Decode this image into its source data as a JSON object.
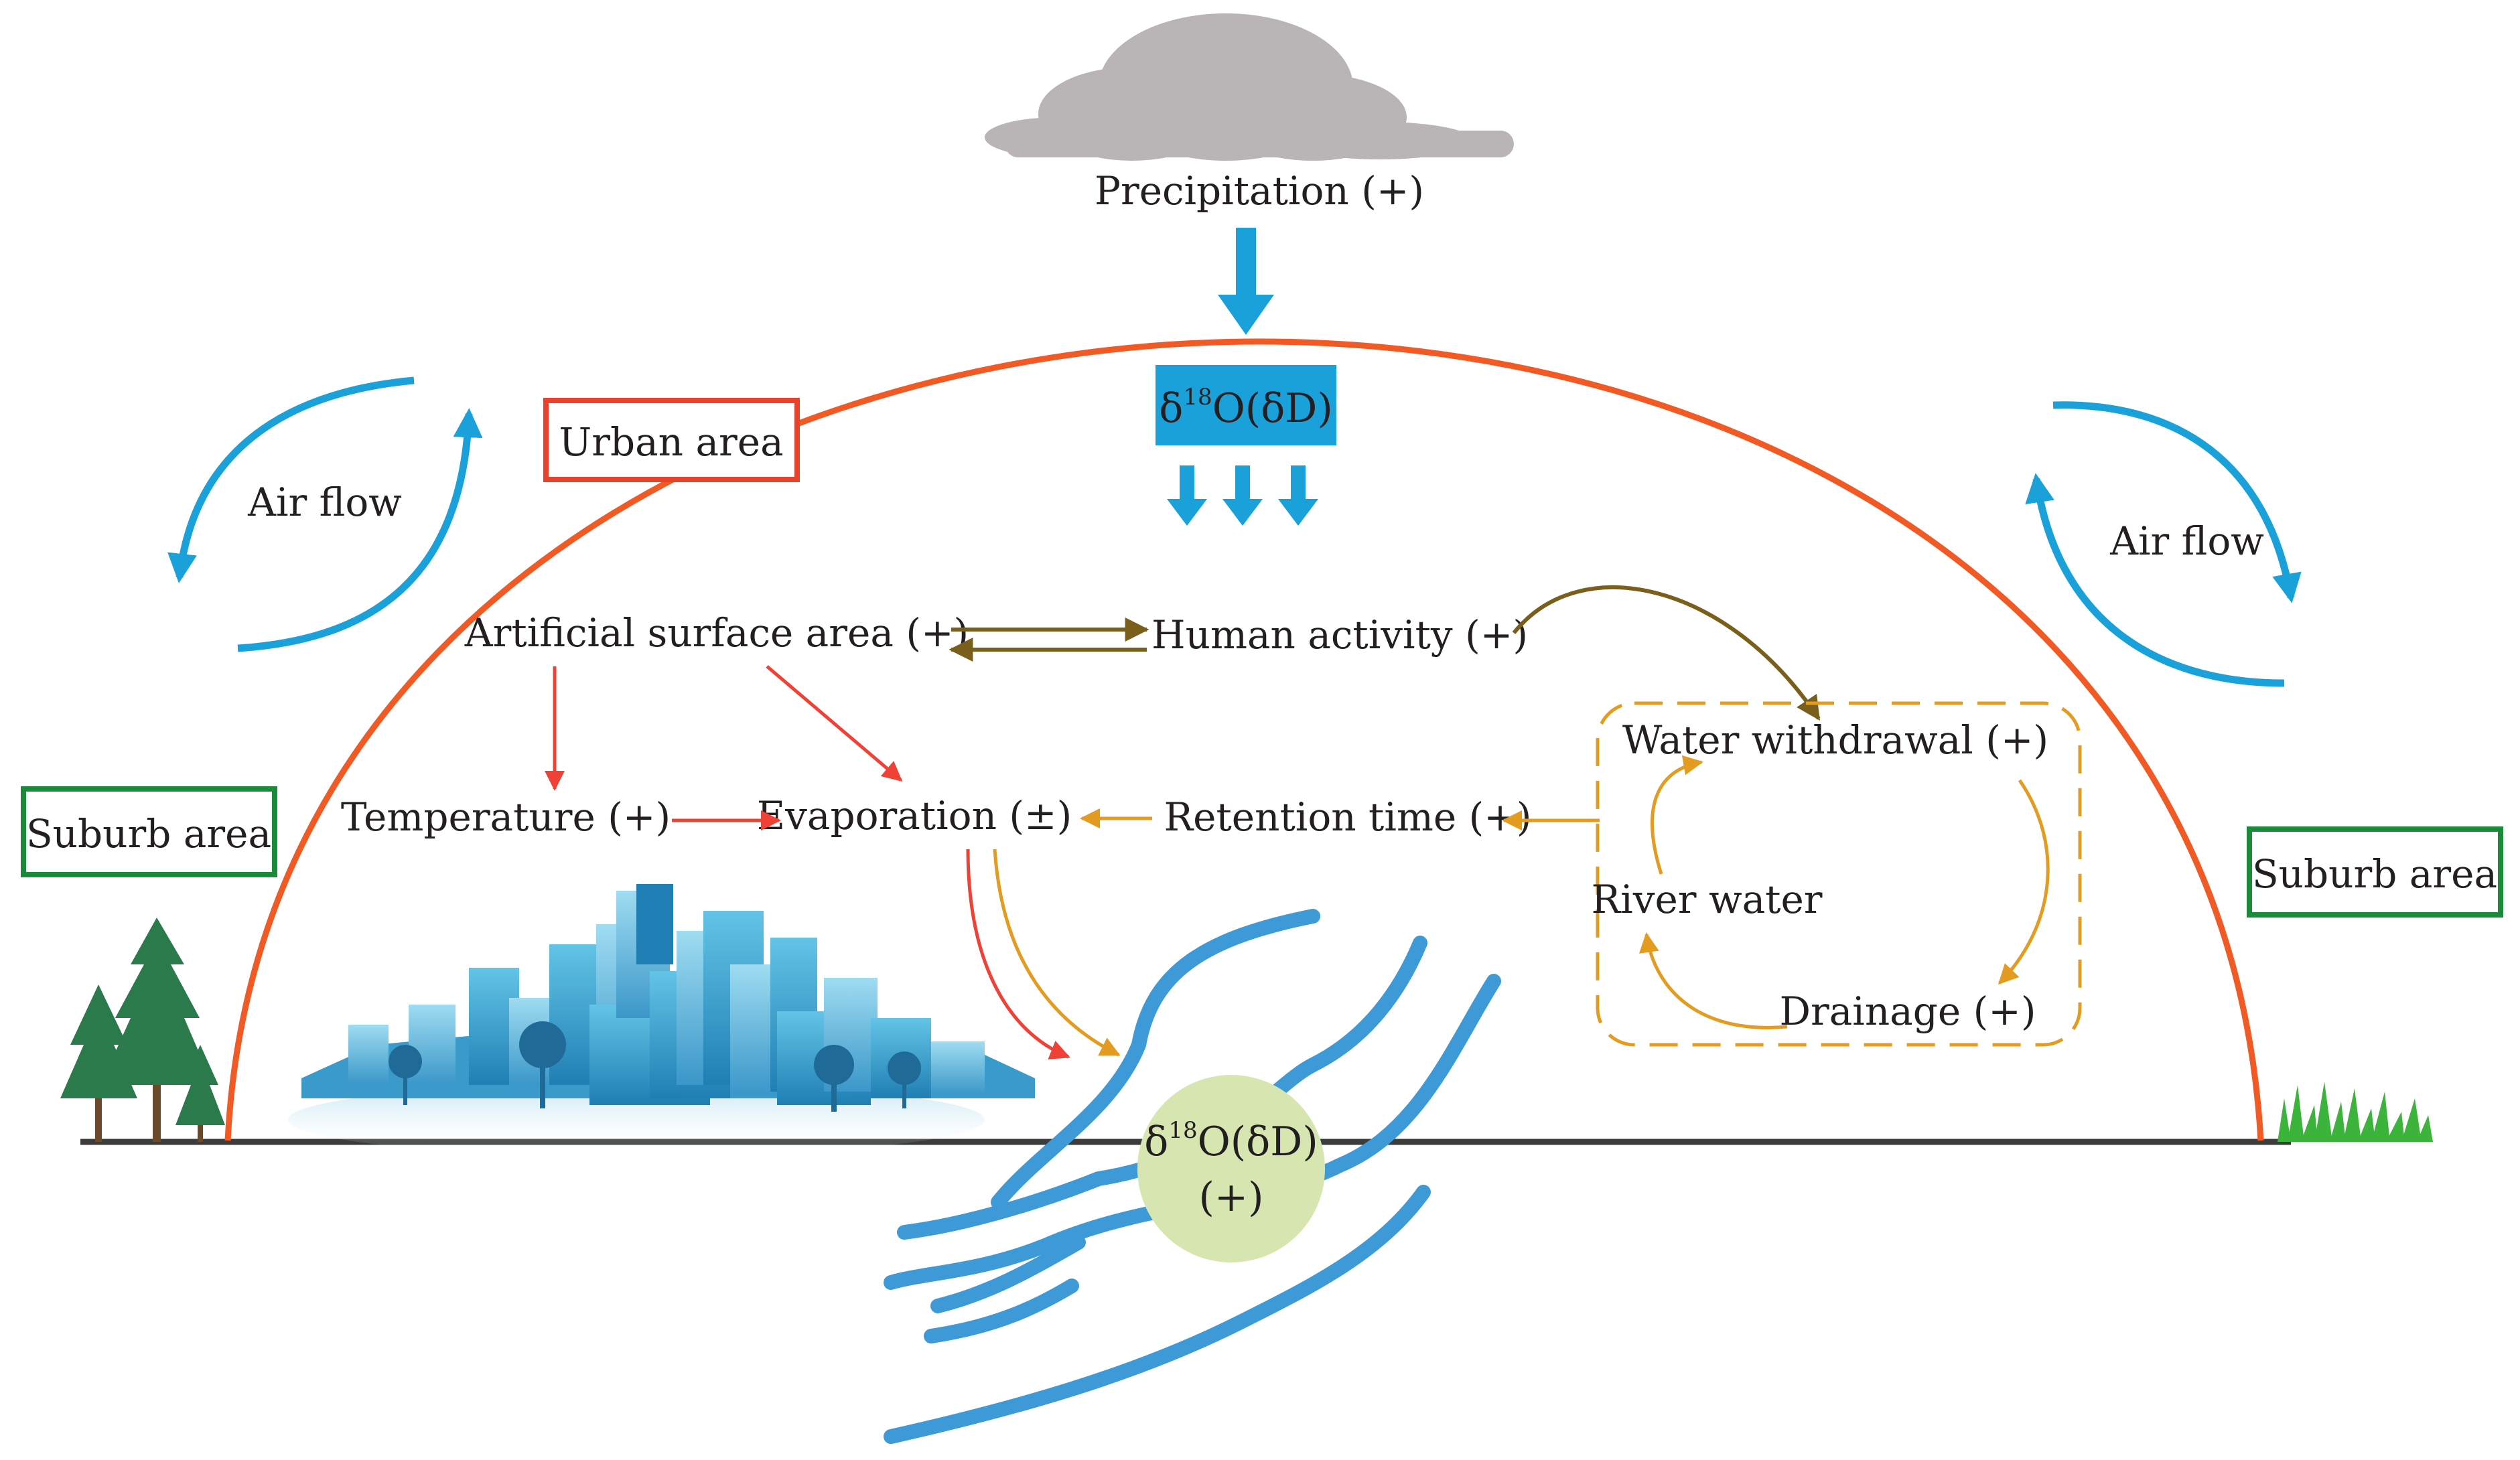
{
  "labels": {
    "precipitation": "Precipitation (+)",
    "isotope_box": {
      "delta": "δ",
      "sup": "18",
      "rest": "O(δD)"
    },
    "urban_area": "Urban area",
    "air_flow_left": "Air flow",
    "air_flow_right": "Air flow",
    "suburb_left": "Suburb area",
    "suburb_right": "Suburb area",
    "artificial_surface": "Artificial surface area (+)",
    "human_activity": "Human activity (+)",
    "temperature": "Temperature (+)",
    "evaporation": "Evaporation (±)",
    "retention_time": "Retention time (+)",
    "water_withdrawal": "Water withdrawal (+)",
    "river_water": "River water",
    "drainage": "Drainage (+)",
    "river_isotope": {
      "delta": "δ",
      "sup": "18",
      "rest": "O(δD)",
      "sign": "(+)"
    }
  },
  "colors": {
    "dome": "#f15a24",
    "air_flow": "#1ba1da",
    "isotope_box": "#1ba1da",
    "river": "#3d9ad6",
    "river_circle": "#d7e6b0",
    "urban_border": "#e8412c",
    "suburb_border": "#1b8a3a",
    "arrow_red": "#ef4136",
    "arrow_olive": "#7a5f1c",
    "arrow_orange": "#e39b20",
    "ground": "#3c3c3c",
    "cloud": "#b9b4b6",
    "tree": "#2a7a4c",
    "grass": "#3cb43c"
  }
}
